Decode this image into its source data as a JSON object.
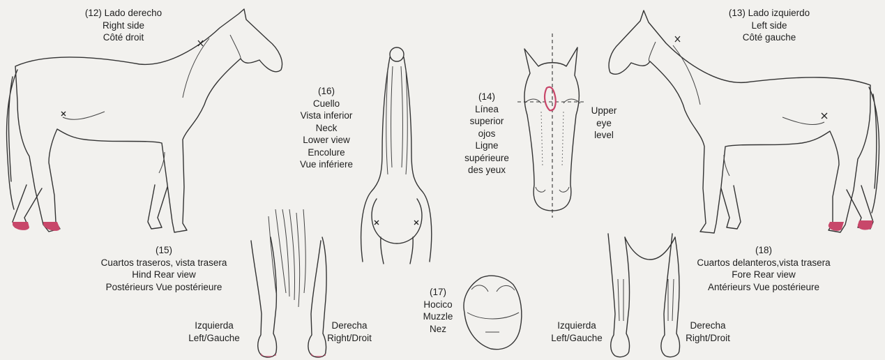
{
  "labels": {
    "right_side": [
      "(12) Lado derecho",
      "Right side",
      "Côté droit"
    ],
    "left_side": [
      "(13) Lado izquierdo",
      "Left side",
      "Côté gauche"
    ],
    "neck": [
      "(16)",
      "Cuello",
      "Vista inferior",
      "Neck",
      "Lower view",
      "Encolure",
      "Vue infériere"
    ],
    "eye_line": [
      "(14)",
      "Línea",
      "superior",
      "ojos",
      "Ligne",
      "supérieure",
      "des yeux"
    ],
    "eye_level_en": [
      "Upper",
      "eye",
      "level"
    ],
    "hind_rear": [
      "(15)",
      "Cuartos traseros, vista trasera",
      "Hind Rear view",
      "Postérieurs Vue postérieure"
    ],
    "muzzle": [
      "(17)",
      "Hocico",
      "Muzzle",
      "Nez"
    ],
    "fore_rear": [
      "(18)",
      "Cuartos delanteros,vista trasera",
      "Fore Rear view",
      "Antérieurs Vue postérieure"
    ],
    "hind_left": [
      "Izquierda",
      "Left/Gauche"
    ],
    "hind_right": [
      "Derecha",
      "Right/Droit"
    ],
    "fore_left": [
      "Izquierda",
      "Left/Gauche"
    ],
    "fore_right": [
      "Derecha",
      "Right/Droit"
    ]
  },
  "colors": {
    "marking": "#c8476a",
    "outline": "#333333",
    "background": "#f2f1ee"
  }
}
